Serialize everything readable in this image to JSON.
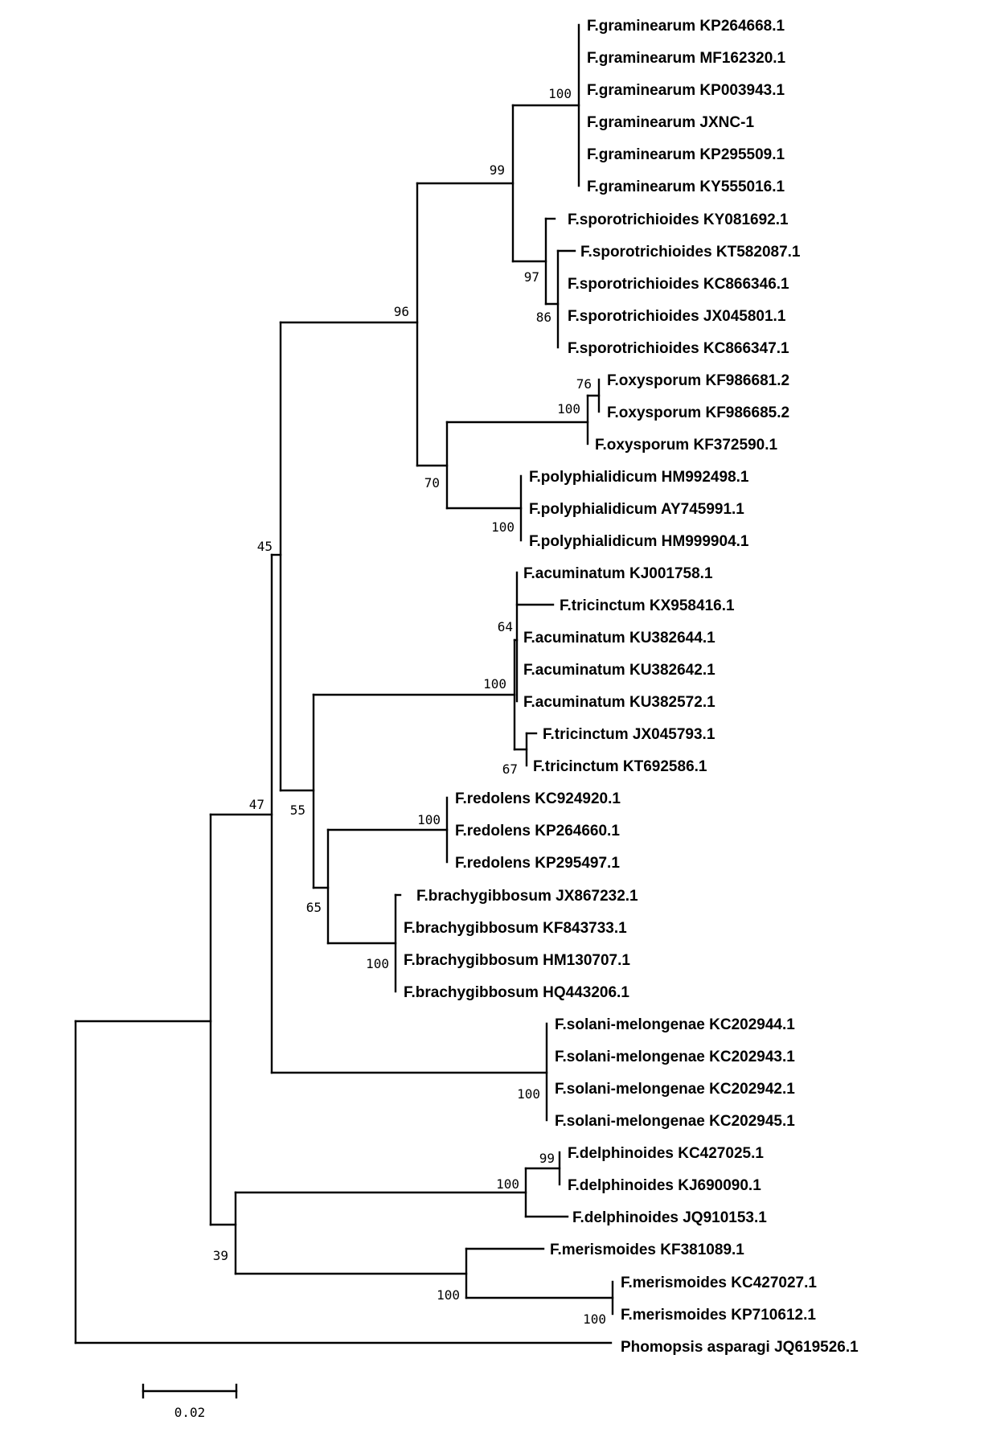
{
  "taxa": [
    "F.graminearum KP264668.1",
    "F.graminearum MF162320.1",
    "F.graminearum KP003943.1",
    "F.graminearum JXNC-1",
    "F.graminearum KP295509.1",
    "F.graminearum KY555016.1",
    "F.sporotrichioides KY081692.1",
    "F.sporotrichioides KT582087.1",
    "F.sporotrichioides KC866346.1",
    "F.sporotrichioides JX045801.1",
    "F.sporotrichioides KC866347.1",
    "F.oxysporum KF986681.2",
    "F.oxysporum KF986685.2",
    "F.oxysporum KF372590.1",
    "F.polyphialidicum HM992498.1",
    "F.polyphialidicum AY745991.1",
    "F.polyphialidicum HM999904.1",
    "F.acuminatum KJ001758.1",
    "F.tricinctum KX958416.1",
    "F.acuminatum KU382644.1",
    "F.acuminatum KU382642.1",
    "F.acuminatum KU382572.1",
    "F.tricinctum JX045793.1",
    "F.tricinctum KT692586.1",
    "F.redolens KC924920.1",
    "F.redolens KP264660.1",
    "F.redolens KP295497.1",
    "F.brachygibbosum JX867232.1",
    "F.brachygibbosum KF843733.1",
    "F.brachygibbosum HM130707.1",
    "F.brachygibbosum HQ443206.1",
    "F.solani-melongenae KC202944.1",
    "F.solani-melongenae KC202943.1",
    "F.solani-melongenae KC202942.1",
    "F.solani-melongenae KC202945.1",
    "F.delphinoides KC427025.1",
    "F.delphinoides KJ690090.1",
    "F.delphinoides JQ910153.1",
    "F.merismoides KF381089.1",
    "F.merismoides KC427027.1",
    "F.merismoides KP710612.1",
    "Phomopsis asparagi JQ619526.1"
  ],
  "support_values": [
    "100",
    "99",
    "97",
    "86",
    "96",
    "76",
    "100",
    "70",
    "100",
    "45",
    "64",
    "100",
    "67",
    "47",
    "55",
    "100",
    "65",
    "100",
    "100",
    "99",
    "100",
    "39",
    "100",
    "100"
  ],
  "scale_bar": {
    "label": "0.02",
    "length": 0.02
  }
}
